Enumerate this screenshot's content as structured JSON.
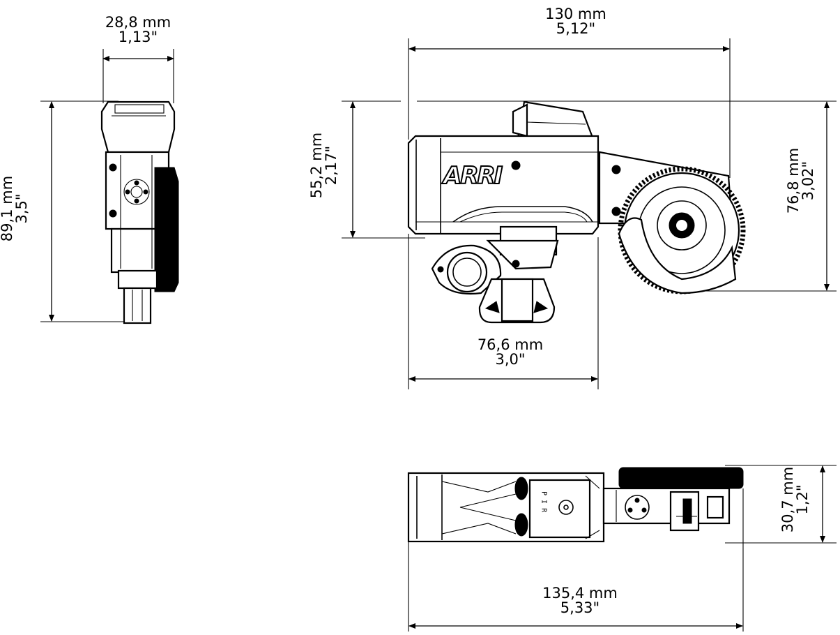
{
  "dimensions": {
    "width_top": {
      "mm": "28,8 mm",
      "inch": "1,13\""
    },
    "height_left": {
      "mm": "89,1 mm",
      "inch": "3,5\""
    },
    "width_main": {
      "mm": "130 mm",
      "inch": "5,12\""
    },
    "height_body": {
      "mm": "55,2 mm",
      "inch": "2,17\""
    },
    "height_gear": {
      "mm": "76,8 mm",
      "inch": "3,02\""
    },
    "width_bracket": {
      "mm": "76,6 mm",
      "inch": "3,0\""
    },
    "height_bottom": {
      "mm": "30,7 mm",
      "inch": "1,2\""
    },
    "width_bottom": {
      "mm": "135,4 mm",
      "inch": "5,33\""
    }
  },
  "logo": "ARRI",
  "port_label": "P I R"
}
